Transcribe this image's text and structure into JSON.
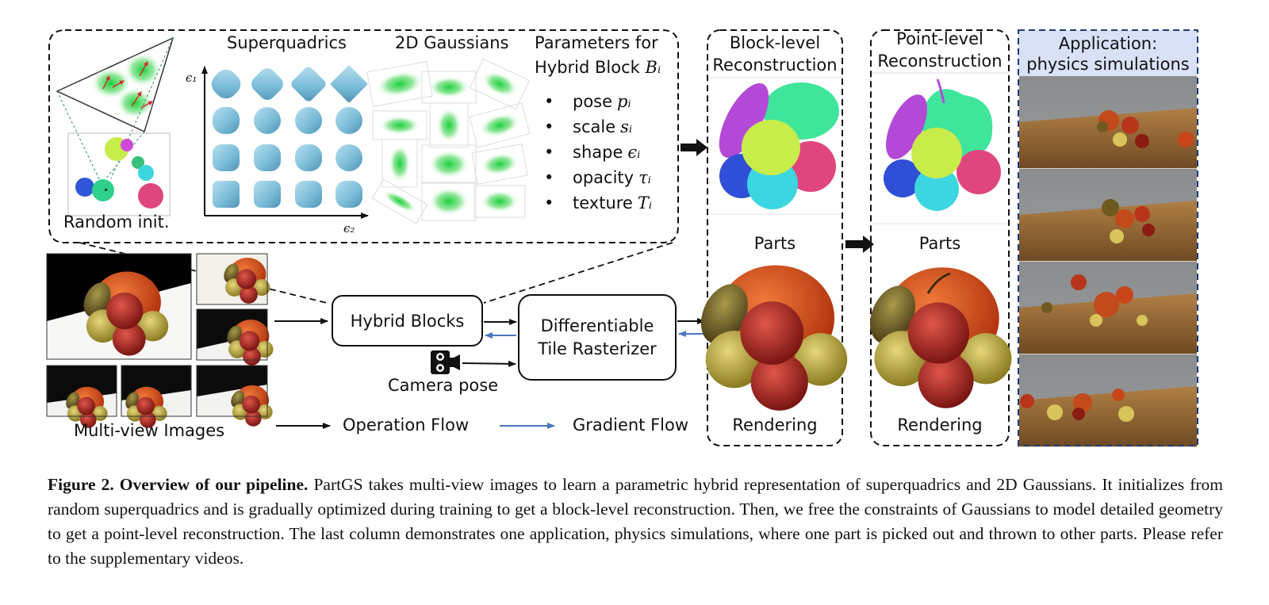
{
  "figure": {
    "top_panel": {
      "random_init_label": "Random init.",
      "superquadrics_title": "Superquadrics",
      "gaussians_title": "2D Gaussians",
      "axis_eps1": "ϵ₁",
      "axis_eps2": "ϵ₂",
      "params_title_line1": "Parameters for",
      "params_title_line2": "Hybrid Block",
      "params_title_symbol": "Bᵢ",
      "params": [
        {
          "label": "pose",
          "symbol": "pᵢ"
        },
        {
          "label": "scale",
          "symbol": "sᵢ"
        },
        {
          "label": "shape",
          "symbol": "ϵᵢ"
        },
        {
          "label": "opacity",
          "symbol": "τᵢ"
        },
        {
          "label": "texture",
          "symbol": "Tᵢ"
        }
      ],
      "bullet": "•"
    },
    "pipeline": {
      "multiview_label": "Multi-view Images",
      "hybrid_blocks_label": "Hybrid Blocks",
      "rasterizer_line1": "Differentiable",
      "rasterizer_line2": "Tile Rasterizer",
      "camera_pose_label": "Camera pose",
      "operation_flow_label": "Operation Flow",
      "gradient_flow_label": "Gradient Flow"
    },
    "block_level": {
      "title_line1": "Block-level",
      "title_line2": "Reconstruction",
      "parts_label": "Parts",
      "rendering_label": "Rendering"
    },
    "point_level": {
      "title_line1": "Point-level",
      "title_line2": "Reconstruction",
      "parts_label": "Parts",
      "rendering_label": "Rendering"
    },
    "application": {
      "title_line1": "Application:",
      "title_line2": "physics simulations"
    },
    "colors": {
      "operation": "#111111",
      "gradient": "#4a78c0",
      "app_header": "#d9e1f6",
      "gaussian": "#19cf3a",
      "superquadric": "#7fbfd9"
    }
  },
  "caption": {
    "figure_label": "Figure 2.",
    "title": "Overview of our pipeline.",
    "body": "PartGS takes multi-view images to learn a parametric hybrid representation of superquadrics and 2D Gaussians. It initializes from random superquadrics and is gradually optimized during training to get a block-level reconstruction. Then, we free the constraints of Gaussians to model detailed geometry to get a point-level reconstruction. The last column demonstrates one application, physics simulations, where one part is picked out and thrown to other parts. Please refer to the supplementary videos."
  }
}
